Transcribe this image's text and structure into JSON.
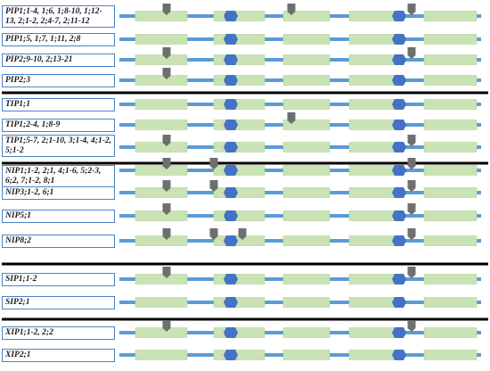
{
  "colors": {
    "line": "#5b9bd5",
    "exon": "#c9e3b4",
    "exon_border": "#b5d39c",
    "junction": "#4472c4",
    "marker": "#6f6f6f",
    "separator": "#000000",
    "box_border": "#4a83c4"
  },
  "groups": [
    {
      "rows": [
        {
          "label": "PIP1;1-4, 1;6, 1;8-10, 1;12-13, 2;1-2, 2;4-7, 2;11-12",
          "markers": [
            1,
            4,
            7
          ]
        },
        {
          "label": "PIP1;5, 1;7, 1;11, 2;8",
          "markers": []
        },
        {
          "label": "PIP2;9-10, 2;13-21",
          "markers": [
            1,
            7
          ]
        },
        {
          "label": "PIP2;3",
          "markers": [
            1
          ]
        }
      ]
    },
    {
      "rows": [
        {
          "label": "TIP1;1",
          "markers": []
        },
        {
          "label": "TIP1;2-4, 1;8-9",
          "markers": [
            4
          ]
        },
        {
          "label": "TIP1;5-7, 2;1-10, 3;1-4, 4;1-2, 5;1-2",
          "markers": [
            1,
            7
          ]
        }
      ]
    },
    {
      "rows": [
        {
          "label": "NIP1;1-2, 2;1, 4;1-6, 5;2-3, 6;2, 7;1-2, 8;1",
          "markers": [
            1,
            2,
            7
          ]
        },
        {
          "label": "NIP3;1-2, 6;1",
          "markers": [
            1,
            2,
            7,
            8
          ]
        },
        {
          "label": "NIP5;1",
          "markers": [
            1,
            7
          ]
        },
        {
          "label": "NIP8;2",
          "markers": [
            1,
            2,
            3,
            7,
            8
          ]
        }
      ]
    },
    {
      "rows": [
        {
          "label": "SIP1;1-2",
          "markers": [
            1,
            7
          ]
        },
        {
          "label": "SIP2;1",
          "markers": []
        }
      ]
    },
    {
      "rows": [
        {
          "label": "XIP1;1-2, 2;2",
          "markers": [
            1,
            7
          ]
        },
        {
          "label": "XIP2;1",
          "markers": []
        }
      ]
    }
  ]
}
